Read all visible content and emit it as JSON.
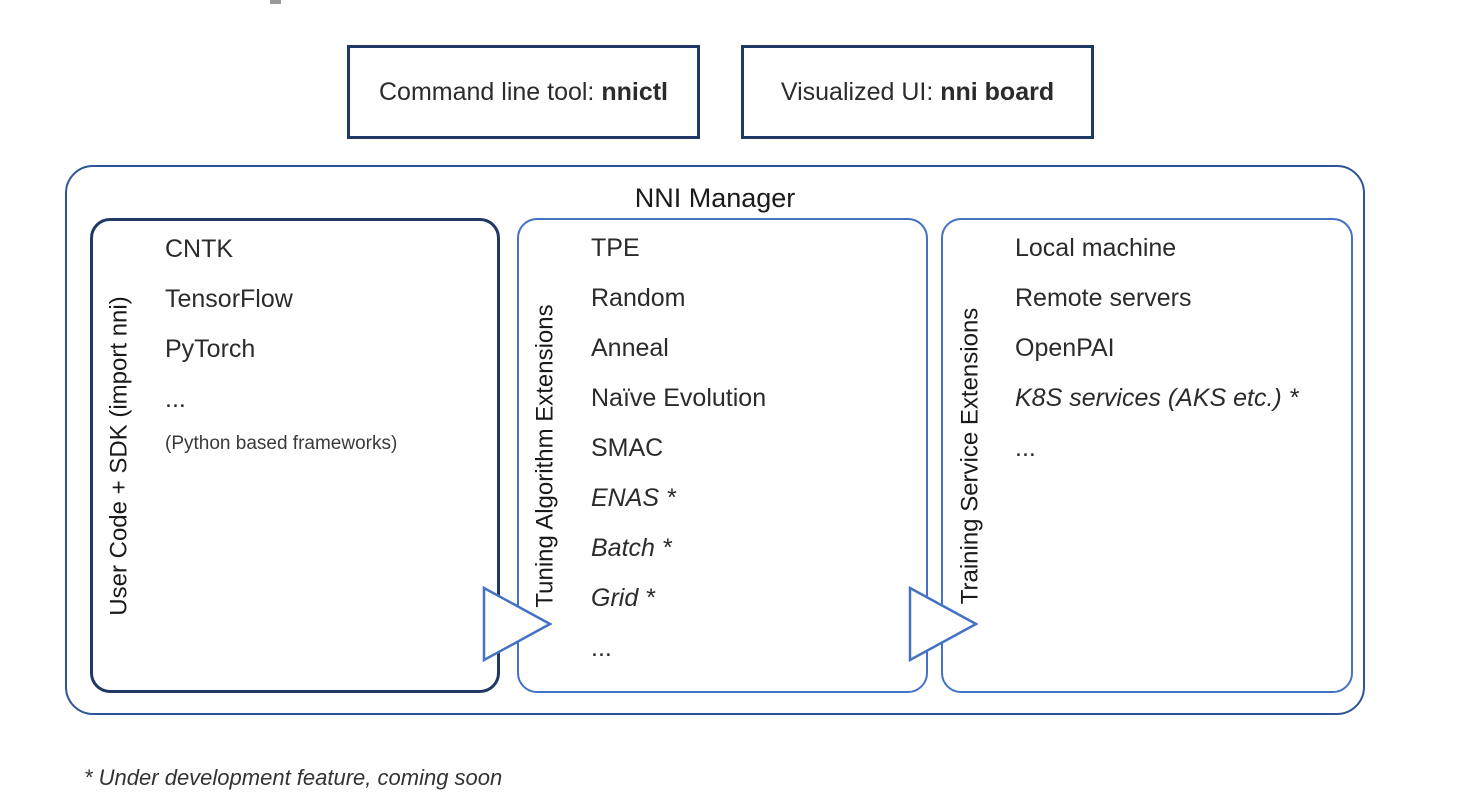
{
  "top_boxes": [
    {
      "prefix": "Command line tool: ",
      "bold": "nnictl"
    },
    {
      "prefix": "Visualized UI: ",
      "bold": "nni board"
    }
  ],
  "manager": {
    "title": "NNI Manager",
    "columns": [
      {
        "side_label": "User Code + SDK (import nni)",
        "items": [
          "CNTK",
          "TensorFlow",
          "PyTorch",
          "..."
        ],
        "note": "(Python based frameworks)"
      },
      {
        "side_label": "Tuning Algorithm Extensions",
        "items": [
          "TPE",
          "Random",
          "Anneal",
          "Naïve Evolution",
          "SMAC",
          "ENAS *",
          "Batch *",
          "Grid *",
          "..."
        ]
      },
      {
        "side_label": "Training Service Extensions",
        "items": [
          "Local machine",
          "Remote servers",
          "OpenPAI",
          "K8S services (AKS etc.) *",
          "..."
        ]
      }
    ]
  },
  "footnote": "* Under development feature, coming soon",
  "icons": {
    "flow_arrow": "right-triangle-outline"
  },
  "colors": {
    "navy_border": "#1F3864",
    "blue_border": "#4472C4",
    "outer_border": "#2F5597",
    "text": "#2B2B2B",
    "background": "#FFFFFF"
  }
}
